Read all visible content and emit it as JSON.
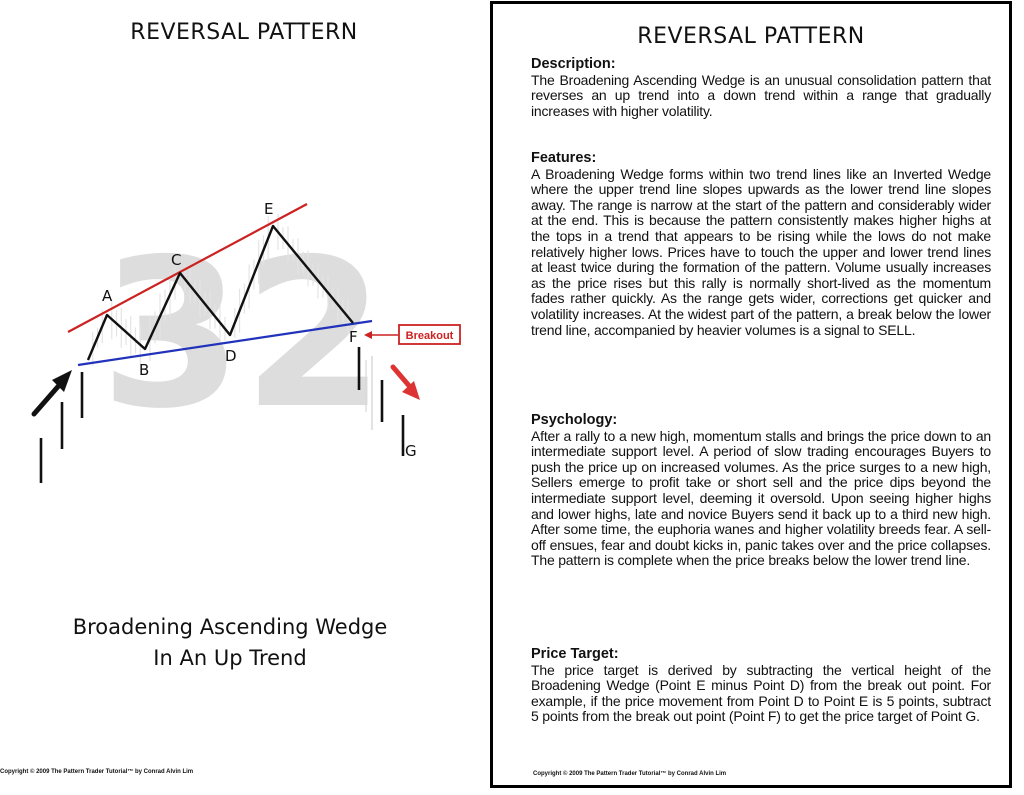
{
  "left_panel": {
    "title": "REVERSAL PATTERN",
    "watermark": "32",
    "point_labels": {
      "A": "A",
      "B": "B",
      "C": "C",
      "D": "D",
      "E": "E",
      "F": "F",
      "G": "G"
    },
    "breakout_label": "Breakout",
    "caption_line1": "Broadening Ascending Wedge",
    "caption_line2": "In An Up Trend",
    "copyright": "Copyright © 2009 The Pattern Trader Tutorial™ by Conrad Alvin Lim",
    "colors": {
      "upper_trend_line": "#cc2222",
      "lower_trend_line": "#2233bb",
      "price_path": "#111111",
      "breakout_box": "#cc2222",
      "down_arrow": "#dd3333",
      "up_arrow": "#111111",
      "watermark": "#dddddd"
    }
  },
  "right_panel": {
    "title": "REVERSAL PATTERN",
    "sections": {
      "description": {
        "heading": "Description:",
        "body": "The Broadening Ascending Wedge is an unusual consolidation pattern that reverses an up trend into a down trend within a range that gradually increases with higher volatility."
      },
      "features": {
        "heading": "Features:",
        "body": "A Broadening Wedge forms within two trend lines like an Inverted Wedge where the upper trend line slopes upwards as the lower trend line slopes away. The range is narrow at the start of the pattern and considerably wider at the end. This is because the pattern consistently makes higher highs at the tops in a trend that appears to be rising while the lows do not make relatively higher lows. Prices have to touch the upper and lower trend lines at least twice during the formation of the pattern. Volume usually increases as the price rises but this rally is normally short-lived as the momentum fades rather quickly. As the range gets wider, corrections get quicker and volatility increases. At the widest part of the pattern, a break below the lower trend line, accompanied by heavier volumes is a signal to SELL."
      },
      "psychology": {
        "heading": "Psychology:",
        "body": "After a rally to a new high, momentum stalls and brings the price down to an intermediate support level. A period of slow trading encourages Buyers to push the price up on increased volumes. As the price surges to a new high, Sellers emerge to profit take or short sell and the price dips beyond the intermediate support level, deeming it oversold. Upon seeing higher highs and lower highs, late and novice Buyers send it back up to a third new high. After some time, the euphoria wanes and higher volatility breeds fear. A sell-off ensues, fear and doubt kicks in, panic takes over and the price collapses. The pattern is complete when the price breaks below the lower trend line."
      },
      "price_target": {
        "heading": "Price Target:",
        "body": "The price target is derived by subtracting the vertical height of the Broadening Wedge (Point E minus Point D) from the break out point. For example, if the price movement from Point D to Point E is 5 points, subtract 5 points from the break out point (Point F) to get the price target of Point G."
      }
    },
    "copyright": "Copyright © 2009 The Pattern Trader Tutorial™ by Conrad Alvin Lim"
  }
}
